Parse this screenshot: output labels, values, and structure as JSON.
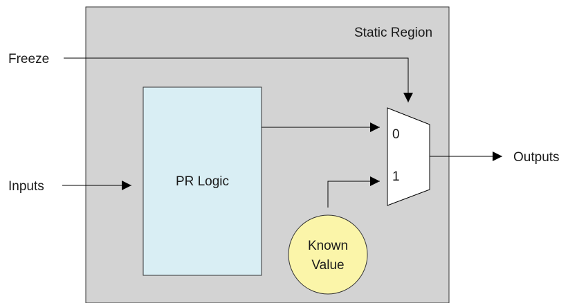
{
  "static_region": {
    "label": "Static Region",
    "fill": "#d3d3d3"
  },
  "pr_logic": {
    "label": "PR Logic",
    "fill": "#d9eef4"
  },
  "inputs": {
    "freeze": "Freeze",
    "inputs": "Inputs"
  },
  "outputs": {
    "label": "Outputs"
  },
  "mux": {
    "input_0": "0",
    "input_1": "1"
  },
  "known_value": {
    "line1": "Known",
    "line2": "Value",
    "fill": "#fbf5a9"
  }
}
